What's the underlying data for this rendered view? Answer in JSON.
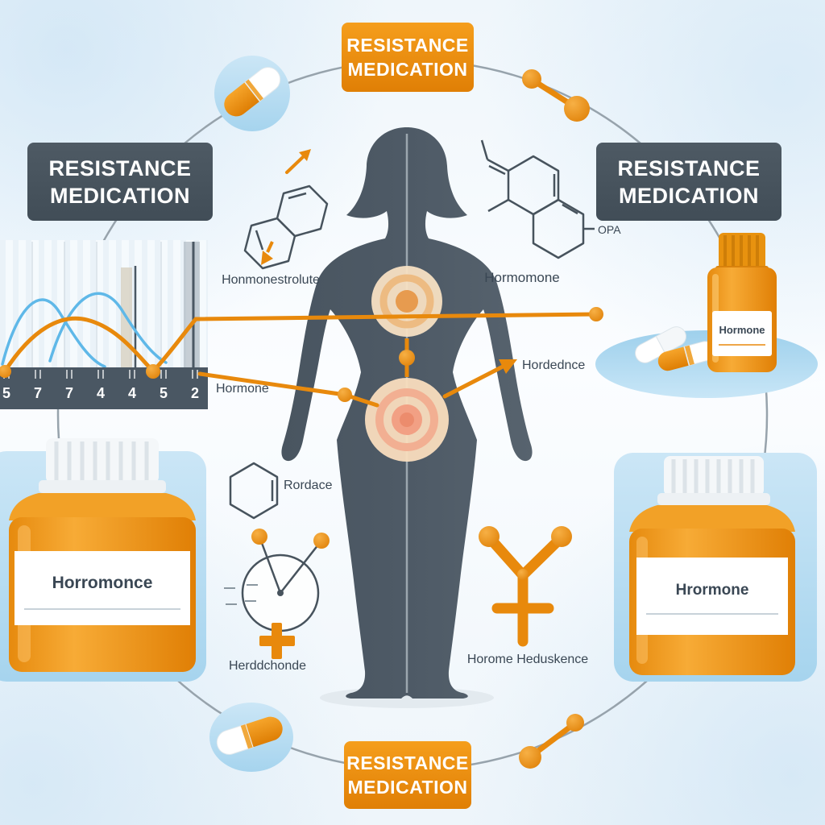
{
  "banners": {
    "top": {
      "line1": "RESISTANCE",
      "line2": "MEDICATION"
    },
    "left": {
      "line1": "RESISTANCE",
      "line2": "MEDICATION"
    },
    "right": {
      "line1": "RESISTANCE",
      "line2": "MEDICATION"
    },
    "bottom": {
      "line1": "RESISTANCE",
      "line2": "MEDICATION"
    }
  },
  "labels": {
    "molecule_left": "Honmonestrolute",
    "molecule_right": "Hormomone",
    "molecule_right_suffix": "OPA",
    "axis_hormone": "Hormone",
    "pathway_arrow": "Hordednce",
    "hexagon_small": "Rordace",
    "receptor_clock": "Herddchonde",
    "gender_symbol": "Horome Heduskence"
  },
  "bottles": {
    "left": {
      "label": "Horromonce"
    },
    "right": {
      "label": "Hrormone"
    },
    "small": {
      "label": "Hormone"
    }
  },
  "chart_data": {
    "type": "line",
    "tick_labels": [
      "5",
      "7",
      "7",
      "4",
      "4",
      "5",
      "2"
    ],
    "series": [
      {
        "name": "blue-wave",
        "color": "#5FB8E8",
        "values": [
          55,
          90,
          30,
          88,
          40,
          12,
          6
        ]
      },
      {
        "name": "hormone-level",
        "color": "#E8890C",
        "values": [
          5,
          45,
          62,
          48,
          12,
          4,
          58
        ]
      }
    ],
    "title": "",
    "xlabel": "",
    "ylabel": "",
    "grid": "vertical-stripes",
    "legend": "none"
  },
  "palette": {
    "accent_orange": "#E8890C",
    "slate": "#47535D",
    "light_blue": "#BDE0F4",
    "tray_blue": "#9ED0EC",
    "ring_gray": "#97A3AC",
    "curve_blue": "#5FB8E8"
  }
}
